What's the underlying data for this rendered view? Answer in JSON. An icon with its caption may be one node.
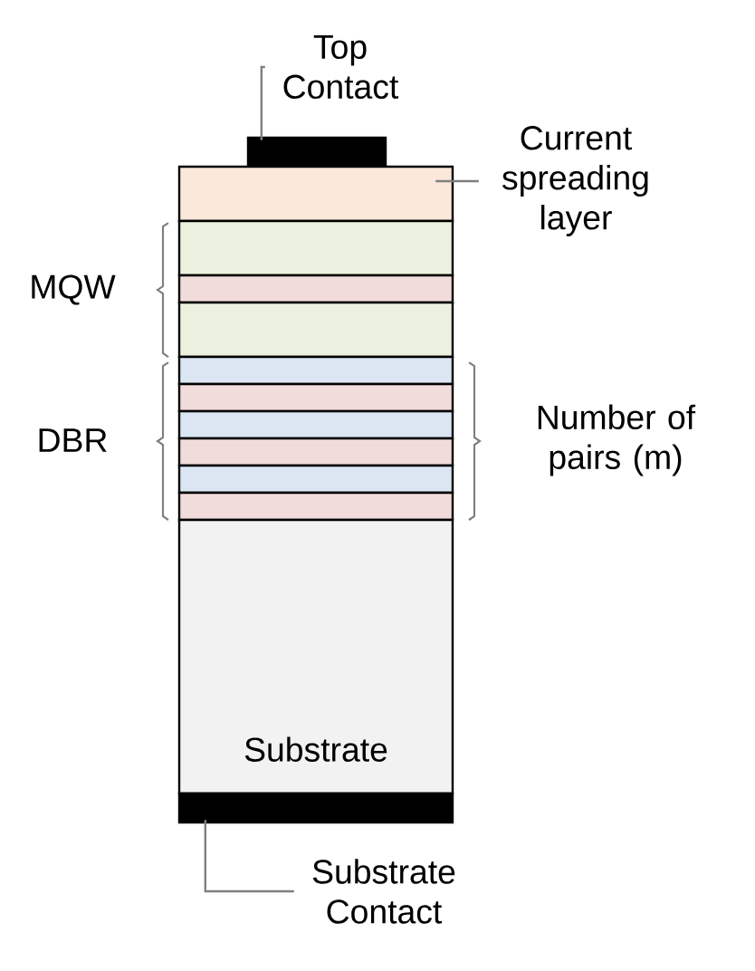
{
  "diagram": {
    "nodes": [
      {
        "text": [
          "Top Contact"
        ]
      },
      {
        "text": [],
        "shape": "box"
      },
      {
        "text": [
          "Current spreading layer"
        ]
      },
      {
        "text": [],
        "shape": "box"
      },
      {
        "text": [],
        "shape": "box"
      },
      {
        "text": [],
        "shape": "box"
      },
      {
        "text": [],
        "shape": "box"
      },
      {
        "text": [],
        "shape": "box"
      },
      {
        "text": [],
        "shape": "box"
      },
      {
        "text": [],
        "shape": "box"
      },
      {
        "text": [],
        "shape": "box"
      },
      {
        "text": [],
        "shape": "box"
      },
      {
        "text": [],
        "shape": "box"
      },
      {
        "text": [
          "Substrate"
        ]
      },
      {
        "text": [],
        "shape": "box"
      },
      {
        "text": [
          "Substrate Contact"
        ]
      }
    ],
    "edges": [
      {
        "from": 0,
        "to": 1,
        "arrow": "none"
      },
      {
        "from": 2,
        "to": 3,
        "arrow": "none"
      },
      {
        "from": 15,
        "to": 14,
        "arrow": "none"
      }
    ],
    "labels": [
      "MQW",
      "DBR",
      "Number of pairs (m)"
    ]
  }
}
